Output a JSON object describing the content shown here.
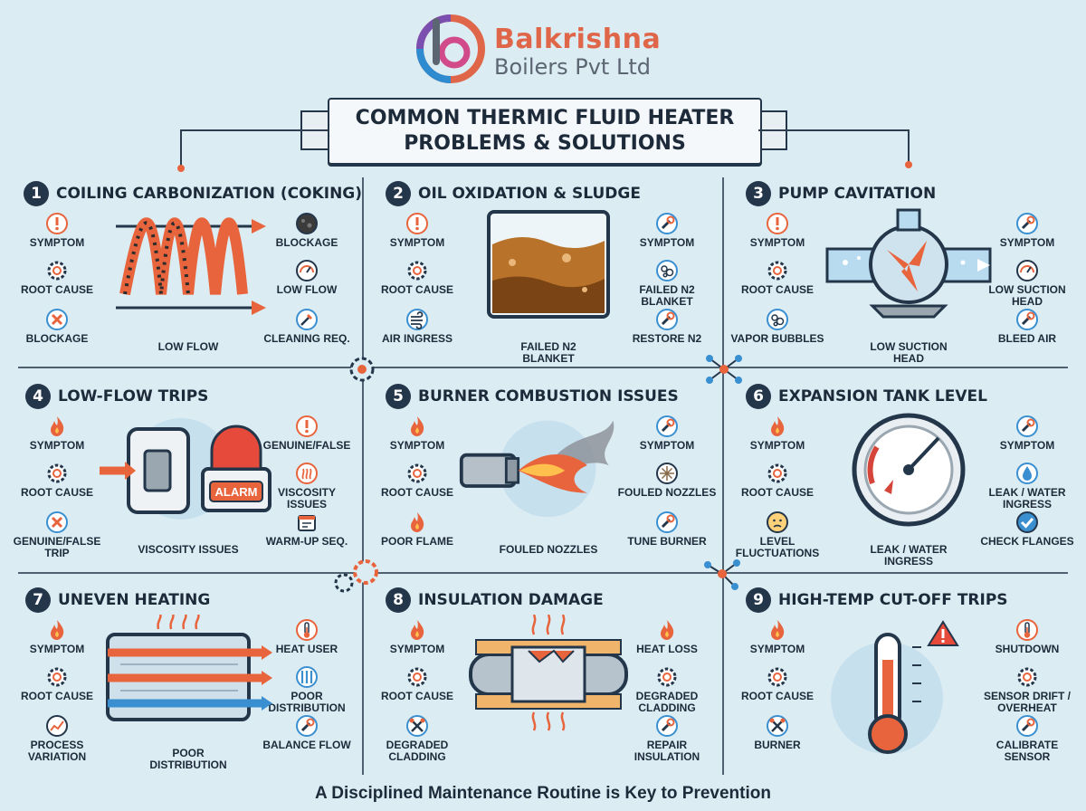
{
  "brand": {
    "name": "Balkrishna",
    "sub": "Boilers Pvt Ltd"
  },
  "title": {
    "line1": "COMMON THERMIC FLUID HEATER",
    "line2": "PROBLEMS & SOLUTIONS"
  },
  "footer": "A Disciplined Maintenance Routine is Key to Prevention",
  "colors": {
    "background": "#dcecf3",
    "accent": "#e8643c",
    "dark": "#23364a",
    "blue": "#3a8fd0"
  },
  "panels": [
    {
      "num": "1",
      "title": "COILING CARBONIZATION (COKING)",
      "left": [
        {
          "icon": "exclamation-icon",
          "label": "SYMPTOM"
        },
        {
          "icon": "gear-icon",
          "label": "ROOT CAUSE"
        },
        {
          "icon": "x-icon",
          "label": "BLOCKAGE"
        }
      ],
      "right": [
        {
          "icon": "soot-icon",
          "label": "BLOCKAGE"
        },
        {
          "icon": "gauge-icon",
          "label": "LOW FLOW"
        },
        {
          "icon": "brush-icon",
          "label": "CLEANING REQ."
        }
      ],
      "center": "LOW FLOW"
    },
    {
      "num": "2",
      "title": "OIL OXIDATION & SLUDGE",
      "left": [
        {
          "icon": "exclamation-icon",
          "label": "SYMPTOM"
        },
        {
          "icon": "gear-icon",
          "label": "ROOT CAUSE"
        },
        {
          "icon": "wind-icon",
          "label": "AIR INGRESS"
        }
      ],
      "right": [
        {
          "icon": "wrench-icon",
          "label": "SYMPTOM"
        },
        {
          "icon": "bubbles-icon",
          "label": "FAILED N2 BLANKET"
        },
        {
          "icon": "wrench-icon",
          "label": "RESTORE N2"
        }
      ],
      "center": "FAILED N2 BLANKET"
    },
    {
      "num": "3",
      "title": "PUMP CAVITATION",
      "left": [
        {
          "icon": "exclamation-icon",
          "label": "SYMPTOM"
        },
        {
          "icon": "gear-icon",
          "label": "ROOT CAUSE"
        },
        {
          "icon": "bubbles-icon",
          "label": "VAPOR BUBBLES"
        }
      ],
      "right": [
        {
          "icon": "wrench-icon",
          "label": "SYMPTOM"
        },
        {
          "icon": "gauge-icon",
          "label": "LOW SUCTION HEAD"
        },
        {
          "icon": "wrench-icon",
          "label": "BLEED AIR"
        }
      ],
      "center": "LOW SUCTION HEAD"
    },
    {
      "num": "4",
      "title": "LOW-FLOW TRIPS",
      "left": [
        {
          "icon": "flame-icon",
          "label": "SYMPTOM"
        },
        {
          "icon": "gear-icon",
          "label": "ROOT CAUSE"
        },
        {
          "icon": "x-icon",
          "label": "GENUINE/FALSE TRIP"
        }
      ],
      "right": [
        {
          "icon": "exclamation-icon",
          "label": "GENUINE/FALSE"
        },
        {
          "icon": "heat-icon",
          "label": "VISCOSITY ISSUES"
        },
        {
          "icon": "calendar-icon",
          "label": "WARM-UP SEQ."
        }
      ],
      "center": "VISCOSITY ISSUES",
      "alarm": "ALARM"
    },
    {
      "num": "5",
      "title": "BURNER COMBUSTION ISSUES",
      "left": [
        {
          "icon": "flame-icon",
          "label": "SYMPTOM"
        },
        {
          "icon": "gear-icon",
          "label": "ROOT CAUSE"
        },
        {
          "icon": "flame-icon",
          "label": "POOR FLAME"
        }
      ],
      "right": [
        {
          "icon": "wrench-icon",
          "label": "SYMPTOM"
        },
        {
          "icon": "nozzle-icon",
          "label": "FOULED NOZZLES"
        },
        {
          "icon": "wrench-icon",
          "label": "TUNE BURNER"
        }
      ],
      "center": "FOULED NOZZLES"
    },
    {
      "num": "6",
      "title": "EXPANSION TANK LEVEL",
      "left": [
        {
          "icon": "flame-icon",
          "label": "SYMPTOM"
        },
        {
          "icon": "gear-icon",
          "label": "ROOT CAUSE"
        },
        {
          "icon": "face-icon",
          "label": "LEVEL FLUCTUATIONS"
        }
      ],
      "right": [
        {
          "icon": "wrench-icon",
          "label": "SYMPTOM"
        },
        {
          "icon": "drop-icon",
          "label": "LEAK / WATER INGRESS"
        },
        {
          "icon": "check-icon",
          "label": "CHECK FLANGES"
        }
      ],
      "center": "LEAK / WATER INGRESS"
    },
    {
      "num": "7",
      "title": "UNEVEN HEATING",
      "left": [
        {
          "icon": "flame-icon",
          "label": "SYMPTOM"
        },
        {
          "icon": "gear-icon",
          "label": "ROOT CAUSE"
        },
        {
          "icon": "chart-icon",
          "label": "PROCESS VARIATION"
        }
      ],
      "right": [
        {
          "icon": "thermometer-icon",
          "label": "HEAT USER"
        },
        {
          "icon": "pipes-icon",
          "label": "POOR DISTRIBUTION"
        },
        {
          "icon": "wrench-icon",
          "label": "BALANCE FLOW"
        }
      ],
      "center": "POOR DISTRIBUTION"
    },
    {
      "num": "8",
      "title": "INSULATION DAMAGE",
      "left": [
        {
          "icon": "flame-icon",
          "label": "SYMPTOM"
        },
        {
          "icon": "gear-icon",
          "label": "ROOT CAUSE"
        },
        {
          "icon": "tools-icon",
          "label": "DEGRADED CLADDING"
        }
      ],
      "right": [
        {
          "icon": "flame-icon",
          "label": "HEAT LOSS"
        },
        {
          "icon": "gear-icon",
          "label": "DEGRADED CLADDING"
        },
        {
          "icon": "wrench-icon",
          "label": "REPAIR INSULATION"
        }
      ],
      "center": ""
    },
    {
      "num": "9",
      "title": "HIGH-TEMP CUT-OFF TRIPS",
      "left": [
        {
          "icon": "flame-icon",
          "label": "SYMPTOM"
        },
        {
          "icon": "gear-icon",
          "label": "ROOT CAUSE"
        },
        {
          "icon": "tools-icon",
          "label": "BURNER"
        }
      ],
      "right": [
        {
          "icon": "thermometer-icon",
          "label": "SHUTDOWN"
        },
        {
          "icon": "gear-icon",
          "label": "SENSOR DRIFT / OVERHEAT"
        },
        {
          "icon": "wrench-icon",
          "label": "CALIBRATE SENSOR"
        }
      ],
      "center": ""
    }
  ]
}
